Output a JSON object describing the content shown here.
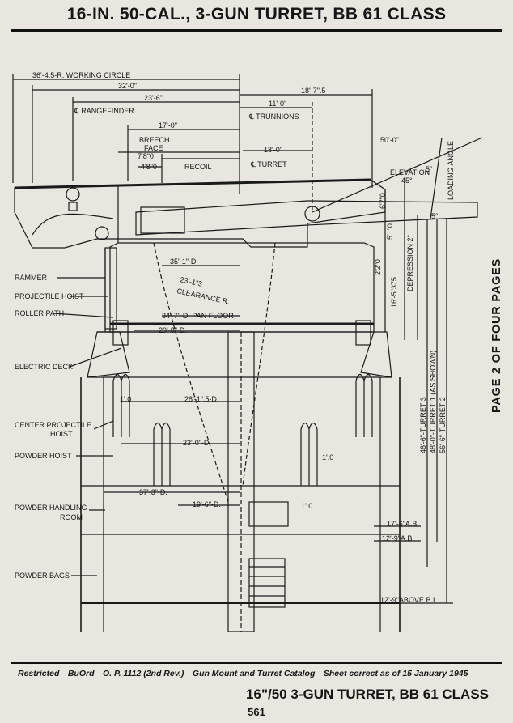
{
  "header": {
    "title": "16-IN. 50-CAL., 3-GUN TURRET, BB 61 CLASS"
  },
  "side_label": "PAGE 2 OF FOUR PAGES",
  "labels": {
    "rammer": "RAMMER",
    "projectile_hoist": "PROJECTILE HOIST",
    "roller_path": "ROLLER PATH",
    "electric_deck": "ELECTRIC DECK",
    "center_projectile_hoist_1": "CENTER PROJECTILE",
    "center_projectile_hoist_2": "HOIST",
    "powder_hoist": "POWDER HOIST",
    "powder_handling_room_1": "POWDER HANDLING",
    "powder_handling_room_2": "ROOM",
    "powder_bags": "POWDER BAGS"
  },
  "dimensions": {
    "working_circle": "36'-4.5-R. WORKING CIRCLE",
    "d32": "32'-0\"",
    "d18_7_5": "18'-7\".5",
    "d23_6": "23'-6\"",
    "d11_0": "11'-0\"",
    "rangefinder": "℄ RANGEFINDER",
    "trunnions": "℄ TRUNNIONS",
    "d17_0": "17'-0\"",
    "breech_face_1": "BREECH",
    "breech_face_2": "FACE",
    "d7_8": "7'8\"0",
    "d50_0": "50'-0\"",
    "d18_0": "18'-0\"",
    "d4_8": "4'8\"0",
    "recoil": "RECOIL",
    "turret": "℄ TURRET",
    "elevation": "ELEVATION",
    "elev_deg": "45°",
    "loading_angle": "LOADING ANGLE",
    "five_deg": "5°",
    "d6_7": "6'7\"0",
    "d5_1": "5'1\"0",
    "d2_2": "2'2\"0",
    "depression": "DEPRESSION 2°",
    "d35_1": "35'-1\"-D.",
    "d23_1_3": "23'-1\"3",
    "clearance": "CLEARANCE R.",
    "d16_5": "16'-5\"375",
    "pan_floor": "34'-7\"-D. PAN FLOOR",
    "d29_8": "29'-8\"-D.",
    "d1_0_a": "1'.0",
    "d28_1_5": "28'-1\".5-D.",
    "d23_0": "23'-0\"-D.",
    "d1_0_b": "1'.0",
    "d37_3": "37'-3\"-D.",
    "d19_6": "19'-6\"-D.",
    "d1_0_c": "1'.0",
    "ab17_6": "17'-6\"A.B.",
    "ab12_9": "12'-9\"A.B.",
    "bl12_9": "12'-9\"ABOVE B.L.",
    "t3": "46'-6\"-TURRET 3",
    "t1": "48'-0\"-TURRET 1 (AS SHOWN)",
    "t2": "56'-6\"-TURRET 2"
  },
  "footer": {
    "note": "Restricted—BuOrd—O. P. 1112 (2nd Rev.)—Gun Mount and Turret Catalog—Sheet correct as of 15 January 1945",
    "title": "16\"/50 3-GUN TURRET, BB 61 CLASS",
    "page_number": "561"
  }
}
